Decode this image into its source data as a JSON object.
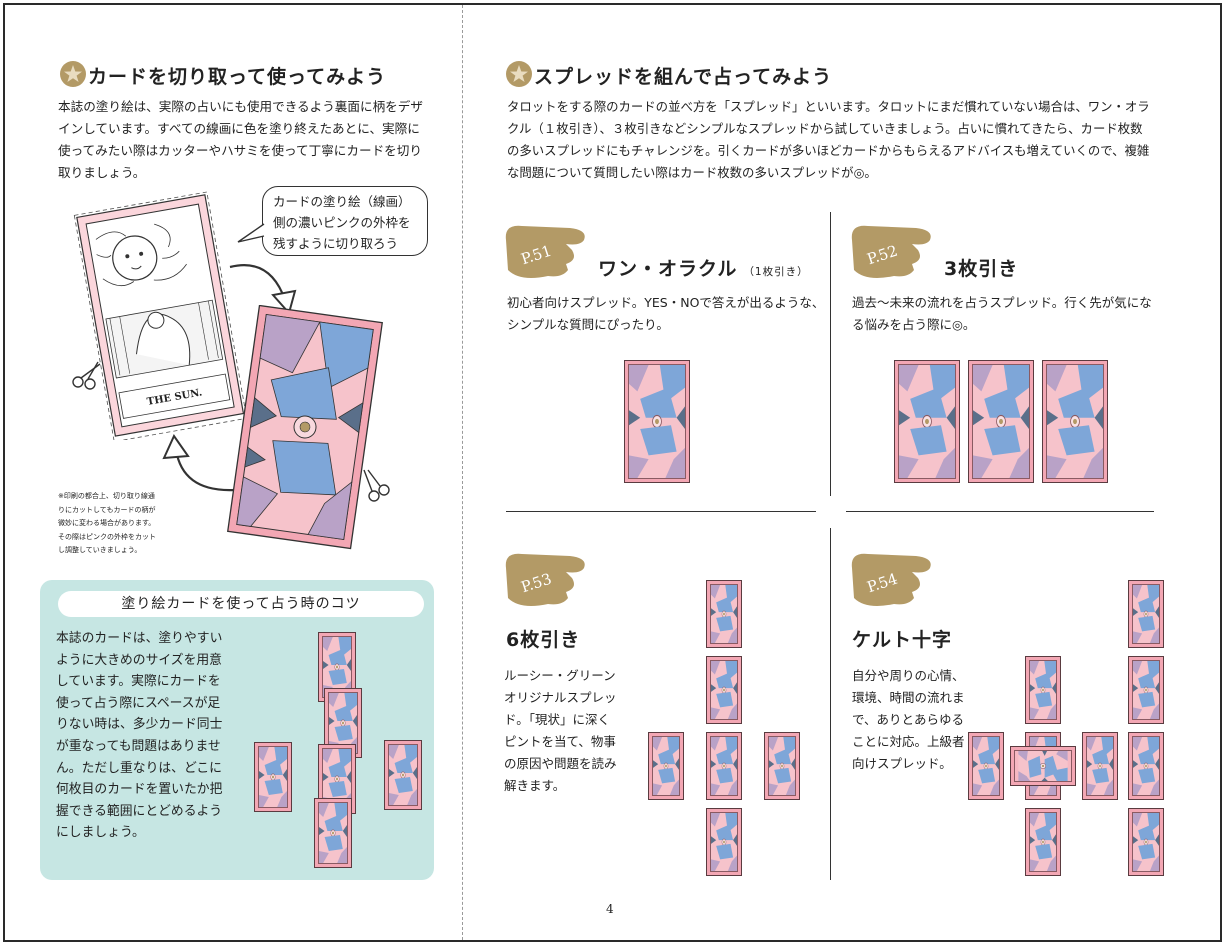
{
  "left": {
    "heading": "カードを切り取って使ってみよう",
    "body": [
      "本誌の塗り絵は、実際の占いにも使用できるよう裏面に柄をデザ",
      "インしています。すべての線画に色を塗り終えたあとに、実際に",
      "使ってみたい際はカッターやハサミを使って丁寧にカードを切り",
      "取りましょう。"
    ],
    "bubble": [
      "カードの塗り絵（線画）",
      "側の濃いピンクの外枠を",
      "残すように切り取ろう"
    ],
    "sun_card_title": "THE SUN.",
    "note": [
      "※印刷の都合上、切り取り線通",
      "りにカットしてもカードの柄が",
      "微妙に変わる場合があります。",
      "その際はピンクの外枠をカット",
      "し調整していきましょう。"
    ],
    "tips_title": "塗り絵カードを使って占う時のコツ",
    "tips_body": [
      "本誌のカードは、塗りやすい",
      "ように大きめのサイズを用意",
      "しています。実際にカードを",
      "使って占う際にスペースが足",
      "りない時は、多少カード同士",
      "が重なっても問題はありませ",
      "ん。ただし重なりは、どこに",
      "何枚目のカードを置いたか把",
      "握できる範囲にとどめるよう",
      "にしましょう。"
    ]
  },
  "right": {
    "heading": "スプレッドを組んで占ってみよう",
    "body": [
      "タロットをする際のカードの並べ方を「スプレッド」といいます。タロットにまだ慣れていない場合は、ワン・オラ",
      "クル（１枚引き）、３枚引きなどシンプルなスプレッドから試していきましょう。占いに慣れてきたら、カード枚数",
      "の多いスプレッドにもチャレンジを。引くカードが多いほどカードからもらえるアドバイスも増えていくので、複雑",
      "な問題について質問したい際はカード枚数の多いスプレッドが◎。"
    ],
    "spreads": [
      {
        "page": "P.51",
        "title": "ワン・オラクル",
        "sub": "（1枚引き）",
        "desc": [
          "初心者向けスプレッド。YES・NOで答えが出るような、",
          "シンプルな質問にぴったり。"
        ]
      },
      {
        "page": "P.52",
        "title": "3枚引き",
        "sub": "",
        "desc": [
          "過去～未来の流れを占うスプレッド。行く先が気にな",
          "る悩みを占う際に◎。"
        ]
      },
      {
        "page": "P.53",
        "title": "6枚引き",
        "sub": "",
        "desc": [
          "ルーシー・グリーン",
          "オリジナルスプレッ",
          "ド。「現状」に深く",
          "ピントを当て、物事",
          "の原因や問題を読み",
          "解きます。"
        ]
      },
      {
        "page": "P.54",
        "title": "ケルト十字",
        "sub": "",
        "desc": [
          "自分や周りの心情、",
          "環境、時間の流れま",
          "で、ありとあらゆる",
          "ことに対応。上級者",
          "向けスプレッド。"
        ]
      }
    ]
  },
  "page_number": "4",
  "colors": {
    "gold": "#b39a66",
    "teal": "#c6e6e3",
    "pink": "#f6b8c2",
    "blue": "#7ea6d8"
  }
}
